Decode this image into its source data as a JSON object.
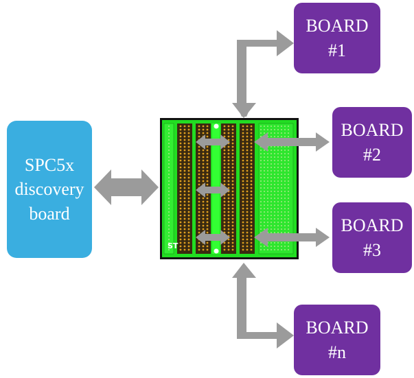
{
  "discovery_board": {
    "line1": "SPC5x",
    "line2": "discovery",
    "line3": "board"
  },
  "boards": [
    {
      "line1": "BOARD",
      "line2": "#1"
    },
    {
      "line1": "BOARD",
      "line2": "#2"
    },
    {
      "line1": "BOARD",
      "line2": "#3"
    },
    {
      "line1": "BOARD",
      "line2": "#n"
    }
  ],
  "colors": {
    "discovery_board": "#3aaee0",
    "board": "#7030a0",
    "arrow": "#9b9b9b",
    "pcb": "#22dd22",
    "header_strip": "#3a2a10",
    "pin": "#e0a020"
  }
}
